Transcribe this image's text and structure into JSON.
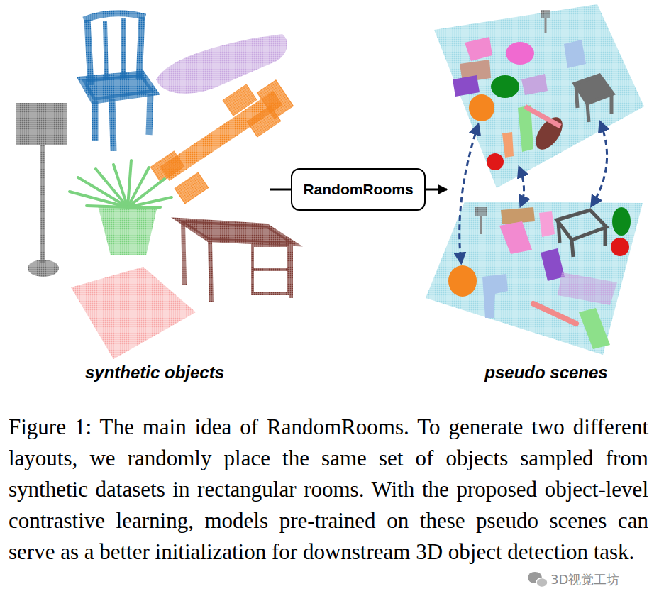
{
  "diagram": {
    "caption": "Figure 1: The main idea of RandomRooms. To generate two different layouts, we randomly place the same set of objects sampled from synthetic datasets in rectangular rooms. With the proposed object-level contrastive learning, models pre-trained on these pseudo scenes can serve as a better initialization for downstream 3D object detection task.",
    "nodes": [
      {
        "text": [
          "RandomRooms"
        ]
      }
    ],
    "labels": [
      "synthetic objects",
      "pseudo scenes",
      "3D视觉工坊"
    ]
  }
}
